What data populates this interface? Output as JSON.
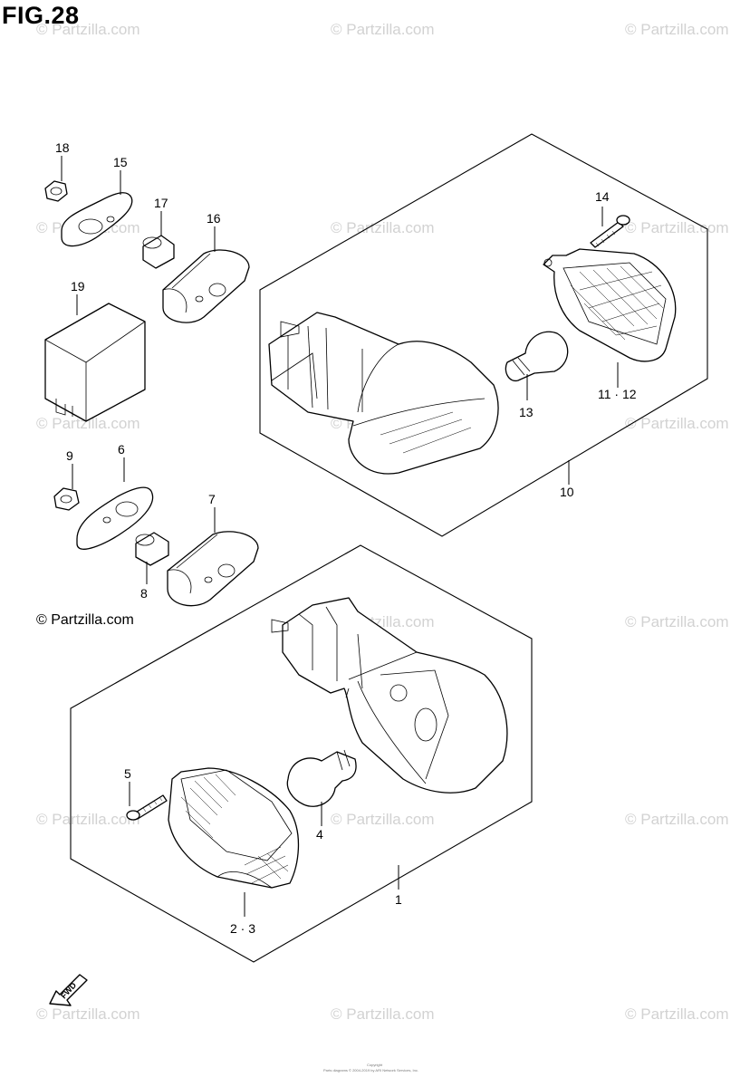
{
  "figure": {
    "title": "FIG.28"
  },
  "watermark": {
    "text": "© Partzilla.com"
  },
  "copyright_notice": "© Partzilla.com",
  "fwd_label": "FWD",
  "footer": {
    "line1": "Copyright",
    "line2": "Parts diagrams © 2004-2019 by ARI Network Services, Inc."
  },
  "callouts": {
    "c18": "18",
    "c15": "15",
    "c17": "17",
    "c16": "16",
    "c19": "19",
    "c14": "14",
    "c13": "13",
    "c11_12": "11 · 12",
    "c10": "10",
    "c9": "9",
    "c6": "6",
    "c7": "7",
    "c8": "8",
    "c5": "5",
    "c4": "4",
    "c1": "1",
    "c2_3": "2 · 3"
  }
}
